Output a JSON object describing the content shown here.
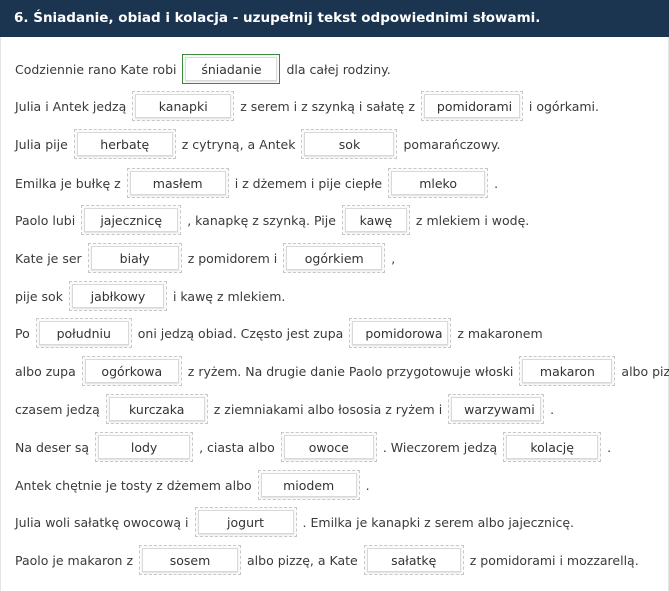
{
  "title": "6. Śniadanie, obiad i kolacja - uzupełnij tekst odpowiednimi słowami.",
  "lines": [
    [
      "Codziennie rano Kate robi",
      {
        "word": "śniadanie"
      },
      "dla całej rodziny."
    ],
    [
      "Julia i Antek jedzą",
      {
        "word": "kanapki"
      },
      "z serem i z szynką i sałatę z",
      {
        "word": "pomidorami"
      },
      "i ogórkami."
    ],
    [
      "Julia pije",
      {
        "word": "herbatę"
      },
      "z cytryną, a Antek",
      {
        "word": "sok"
      },
      "pomarańczowy."
    ],
    [
      "Emilka je bułkę z",
      {
        "word": "masłem"
      },
      "i z dżemem i pije ciepłe",
      {
        "word": "mleko"
      },
      "."
    ],
    [
      "Paolo lubi",
      {
        "word": "jajecznicę"
      },
      ", kanapkę z szynką. Pije",
      {
        "word": "kawę"
      },
      "z mlekiem i wodę."
    ],
    [
      "Kate je ser",
      {
        "word": "biały"
      },
      "z pomidorem i",
      {
        "word": "ogórkiem"
      },
      ","
    ],
    [
      "pije sok",
      {
        "word": "jabłkowy"
      },
      "i kawę z mlekiem."
    ],
    [
      "Po",
      {
        "word": "południu"
      },
      "oni jedzą obiad. Często jest zupa",
      {
        "word": "pomidorowa"
      },
      "z makaronem"
    ],
    [
      "albo zupa",
      {
        "word": "ogórkowa"
      },
      "z ryżem. Na drugie danie Paolo przygotowuje włoski",
      {
        "word": "makaron"
      },
      "albo pizzę,"
    ],
    [
      "czasem jedzą",
      {
        "word": "kurczaka"
      },
      "z ziemniakami albo łososia z ryżem i",
      {
        "word": "warzywami"
      },
      "."
    ],
    [
      "Na deser są",
      {
        "word": "lody"
      },
      ", ciasta albo",
      {
        "word": "owoce"
      },
      ". Wieczorem jedzą",
      {
        "word": "kolację"
      },
      "."
    ],
    [
      "Antek chętnie je tosty z dżemem albo",
      {
        "word": "miodem"
      },
      "."
    ],
    [
      "Julia woli sałatkę owocową i",
      {
        "word": "jogurt"
      },
      ". Emilka je kanapki z serem albo jajecznicę."
    ],
    [
      "Paolo je makaron z",
      {
        "word": "sosem"
      },
      "albo pizzę, a Kate",
      {
        "word": "sałatkę"
      },
      "z pomidorami i mozzarellą."
    ]
  ],
  "colors": {
    "header_bg": "#1b3550",
    "header_text": "#ffffff",
    "active_border": "#3a8a3a"
  }
}
